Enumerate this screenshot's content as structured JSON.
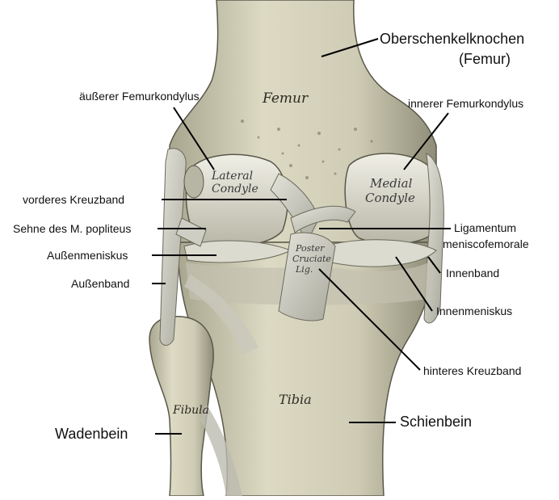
{
  "labels": {
    "femur_name": "Oberschenkelknochen",
    "femur_name_2": "(Femur)",
    "lateral_condyle": "äußerer Femurkondylus",
    "medial_condyle": "innerer Femurkondylus",
    "anterior_cruciate": "vorderes Kreuzband",
    "popliteus_tendon": "Sehne des M. popliteus",
    "lateral_meniscus": "Außenmeniskus",
    "lateral_ligament": "Außenband",
    "meniscofemoral": "Ligamentum",
    "meniscofemoral_2": "meniscofemorale",
    "medial_ligament": "Innenband",
    "medial_meniscus": "Innenmeniskus",
    "posterior_cruciate": "hinteres Kreuzband",
    "fibula_name": "Wadenbein",
    "tibia_name": "Schienbein"
  },
  "engraving": {
    "femur": "Femur",
    "lateral_1": "Lateral",
    "lateral_2": "Condyle",
    "medial_1": "Medial",
    "medial_2": "Condyle",
    "post_1": "Poster",
    "post_2": "Cruciate",
    "post_3": "Lig.",
    "tibia": "Tibia",
    "fibula": "Fibula"
  },
  "colors": {
    "bone": "#d9d6c0",
    "bone_shadow": "#8e8c78",
    "ligament": "#c9c8bd",
    "line": "#000000"
  }
}
